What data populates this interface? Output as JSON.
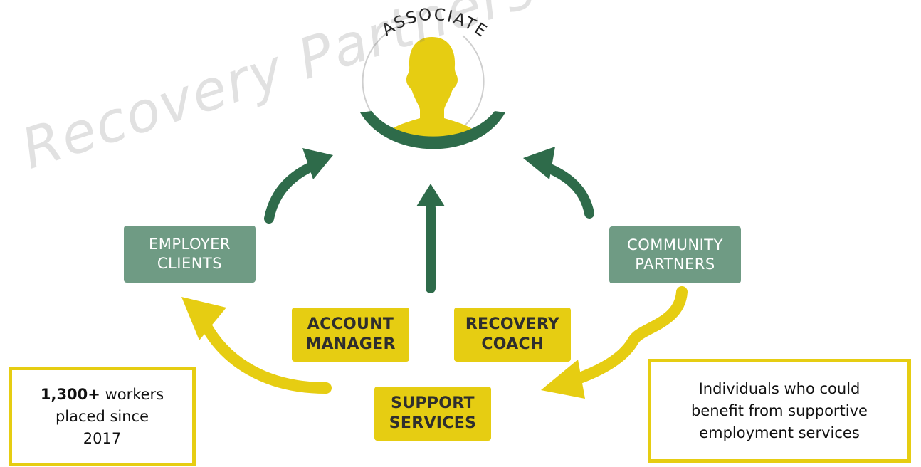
{
  "center": {
    "label": "ASSOCIATE"
  },
  "nodes": {
    "employer": [
      "EMPLOYER",
      "CLIENTS"
    ],
    "community": [
      "COMMUNITY",
      "PARTNERS"
    ],
    "account_manager": [
      "ACCOUNT",
      "MANAGER"
    ],
    "recovery_coach": [
      "RECOVERY",
      "COACH"
    ],
    "support_services": [
      "SUPPORT",
      "SERVICES"
    ]
  },
  "notes": {
    "left": {
      "bold": "1,300+",
      "rest": " workers",
      "line2": "placed since",
      "line3": "2017"
    },
    "right": {
      "line1": "Individuals who could",
      "line2": "benefit from supportive",
      "line3": "employment services"
    }
  },
  "watermark": "Recovery Partners of Vermont",
  "colors": {
    "green_dark": "#2e6b4a",
    "green_box": "#6f9b84",
    "yellow": "#e6cd12"
  }
}
